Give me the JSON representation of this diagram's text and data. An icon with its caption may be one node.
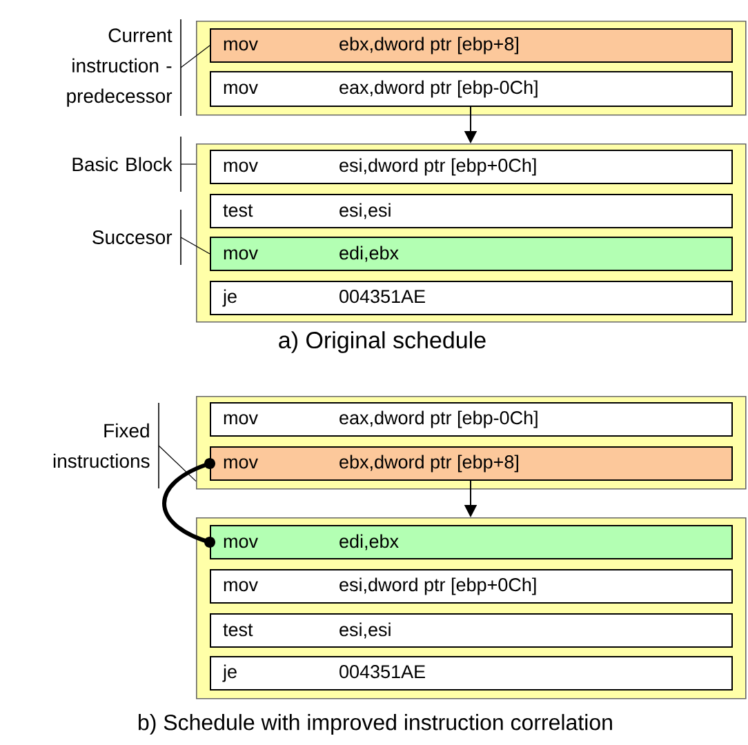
{
  "diagram": {
    "nodes": [
      {
        "text": [
          "Current instruction - predecessor"
        ]
      },
      {
        "text": [],
        "shape": "box"
      },
      {
        "text": [
          "mov",
          "ebx,dword ptr [ebp+8]"
        ],
        "in": 1
      },
      {
        "text": [
          "mov",
          "eax,dword ptr [ebp-0Ch]"
        ],
        "in": 1
      },
      {
        "text": [
          "Basic Block"
        ]
      },
      {
        "text": [],
        "shape": "box"
      },
      {
        "text": [
          "mov",
          "esi,dword ptr [ebp+0Ch]"
        ],
        "in": 5
      },
      {
        "text": [
          "test",
          "esi,esi"
        ],
        "in": 5
      },
      {
        "text": [
          "mov",
          "edi,ebx"
        ],
        "in": 5
      },
      {
        "text": [
          "je",
          "004351AE"
        ],
        "in": 5
      },
      {
        "text": [
          "Succesor"
        ]
      },
      {
        "text": [
          "Fixed instructions"
        ]
      },
      {
        "text": [],
        "shape": "box"
      },
      {
        "text": [
          "mov",
          "eax,dword ptr [ebp-0Ch]"
        ],
        "in": 12
      },
      {
        "text": [
          "mov",
          "ebx,dword ptr [ebp+8]"
        ],
        "in": 12
      },
      {
        "text": [],
        "shape": "box"
      },
      {
        "text": [
          "mov",
          "edi,ebx"
        ],
        "in": 15
      },
      {
        "text": [
          "mov",
          "esi,dword ptr [ebp+0Ch]"
        ],
        "in": 15
      },
      {
        "text": [
          "test",
          "esi,esi"
        ],
        "in": 15
      },
      {
        "text": [
          "je",
          "004351AE"
        ],
        "in": 15
      }
    ],
    "edges": [
      {
        "from": 0,
        "to": 2,
        "arrow": "none"
      },
      {
        "from": 4,
        "to": 5,
        "arrow": "none"
      },
      {
        "from": 10,
        "to": 8,
        "arrow": "none"
      },
      {
        "from": 11,
        "to": 12,
        "arrow": "none"
      },
      {
        "from": 3,
        "to": 5,
        "arrow": "to"
      },
      {
        "from": 14,
        "to": 15,
        "arrow": "to"
      },
      {
        "from": 14,
        "to": 16,
        "arrow": "other",
        "style": "thick"
      }
    ],
    "labels": [
      "a) Original schedule",
      "b) Schedule with improved instruction correlation"
    ]
  }
}
